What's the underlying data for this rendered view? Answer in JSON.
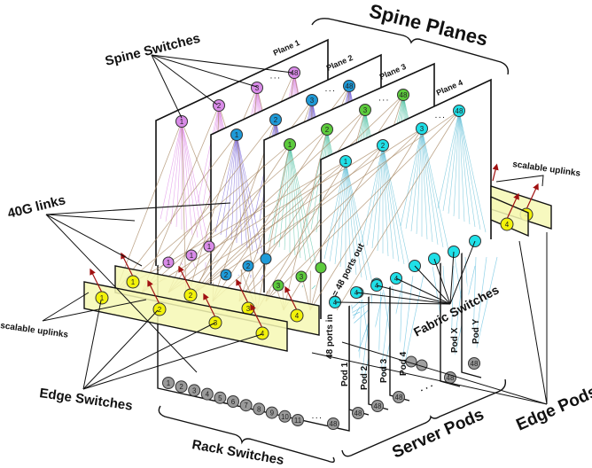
{
  "labels": {
    "spine_planes": "Spine Planes",
    "spine_switches": "Spine Switches",
    "links_40g": "40G links",
    "scalable_uplinks_right": "scalable uplinks",
    "scalable_uplinks_left": "scalable uplinks",
    "edge_switches": "Edge Switches",
    "rack_switches": "Rack Switches",
    "server_pods": "Server Pods",
    "edge_pods": "Edge Pods",
    "fabric_switches": "Fabric Switches",
    "ports_in": "48 ports in",
    "ports_out": "= 48 ports out",
    "ellipsis": "· · ·"
  },
  "planes": [
    {
      "name": "Plane 1",
      "color": "#d98be8",
      "link_color": "#d25fdc",
      "nodes": [
        "1",
        "2",
        "3",
        "48"
      ]
    },
    {
      "name": "Plane 2",
      "color": "#1e9ad8",
      "link_color": "#4b2fc9",
      "nodes": [
        "1",
        "2",
        "3",
        "48"
      ]
    },
    {
      "name": "Plane 3",
      "color": "#5ccb3c",
      "link_color": "#22b08a",
      "nodes": [
        "1",
        "2",
        "3",
        "48"
      ]
    },
    {
      "name": "Plane 4",
      "color": "#1fe0e8",
      "link_color": "#2aa8c8",
      "nodes": [
        "1",
        "2",
        "3",
        "48"
      ]
    }
  ],
  "pods": [
    {
      "name": "Pod 1",
      "rack_nodes": [
        "1",
        "2",
        "3",
        "4",
        "5",
        "6",
        "7",
        "8",
        "9",
        "10",
        "11",
        "48"
      ]
    },
    {
      "name": "Pod 2",
      "rack_nodes": [
        "48"
      ]
    },
    {
      "name": "Pod 3",
      "rack_nodes": [
        "48"
      ]
    },
    {
      "name": "Pod 4",
      "rack_nodes": [
        "48"
      ]
    },
    {
      "name": "Pod X",
      "rack_nodes": [
        "48"
      ]
    },
    {
      "name": "Pod Y",
      "rack_nodes": [
        "48"
      ]
    }
  ],
  "fabric_nodes": {
    "pod1": [
      "1",
      "2",
      "3",
      "4"
    ],
    "labelled_4": [
      "4",
      "4",
      "4",
      "4"
    ]
  },
  "edge_switch_rows": [
    {
      "nodes": [
        "1",
        "2",
        "3",
        "4"
      ]
    },
    {
      "nodes": [
        "1",
        "2",
        "3",
        "4"
      ]
    }
  ],
  "edge_pods_right_nodes": [
    "4",
    "4"
  ],
  "colors": {
    "edge_switch": "#f2f20a",
    "rack_switch": "#9a9a9a",
    "uplink_arrow": "#a01010",
    "brown_link": "#a98a66"
  }
}
